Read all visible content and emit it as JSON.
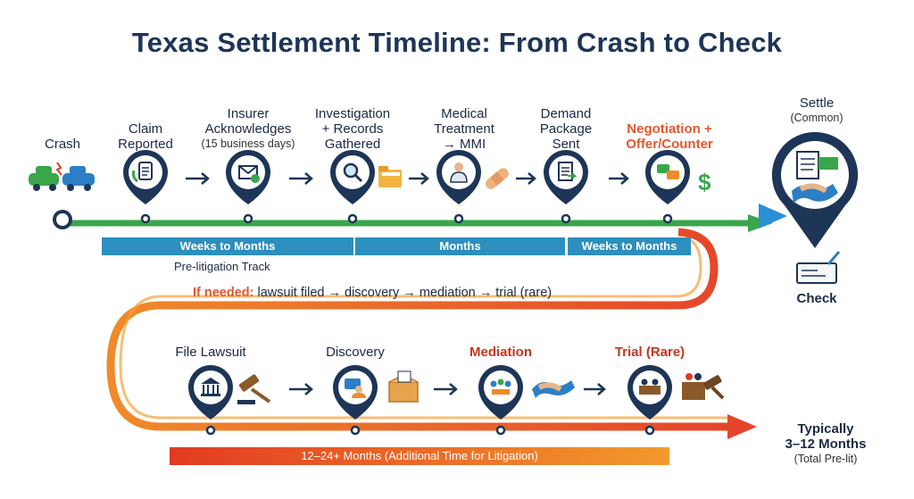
{
  "title": "Texas Settlement Timeline: From Crash to Check",
  "top_steps": [
    {
      "label_lines": [
        "Crash"
      ]
    },
    {
      "label_lines": [
        "Claim",
        "Reported"
      ]
    },
    {
      "label_lines": [
        "Insurer",
        "Acknowledges"
      ],
      "sub": "(15 business days)"
    },
    {
      "label_lines": [
        "Investigation",
        "+ Records",
        "Gathered"
      ]
    },
    {
      "label_lines": [
        "Medical",
        "Treatment",
        "→ MMI"
      ]
    },
    {
      "label_lines": [
        "Demand",
        "Package",
        "Sent"
      ]
    },
    {
      "label_lines": [
        "Negotiation +",
        "Offer/Counter"
      ]
    }
  ],
  "settle": {
    "label": "Settle",
    "sub": "(Common)",
    "check_label": "Check"
  },
  "bands_top": [
    {
      "label": "Weeks to Months",
      "color": "#2c8fbd"
    },
    {
      "label": "Months",
      "color": "#2c8fbd"
    },
    {
      "label": "Weeks to Months",
      "color": "#2c8fbd"
    }
  ],
  "prelit_track_label": "Pre-litigation Track",
  "if_needed": {
    "lead": "If needed:",
    "rest": "lawsuit filed → discovery → mediation → trial (rare)"
  },
  "bottom_steps": [
    {
      "label": "File Lawsuit"
    },
    {
      "label": "Discovery"
    },
    {
      "label": "Mediation"
    },
    {
      "label": "Trial (Rare)"
    }
  ],
  "band_bottom": {
    "label": "12–24+ Months (Additional Time for Litigation)"
  },
  "summary": {
    "line1": "Typically",
    "line2": "3–12 Months",
    "line3": "(Total Pre-lit)"
  },
  "colors": {
    "navy": "#1d3557",
    "blue": "#2c7fc1",
    "green": "#3aa64a",
    "orange": "#ee7a1c",
    "red": "#e0381f"
  }
}
